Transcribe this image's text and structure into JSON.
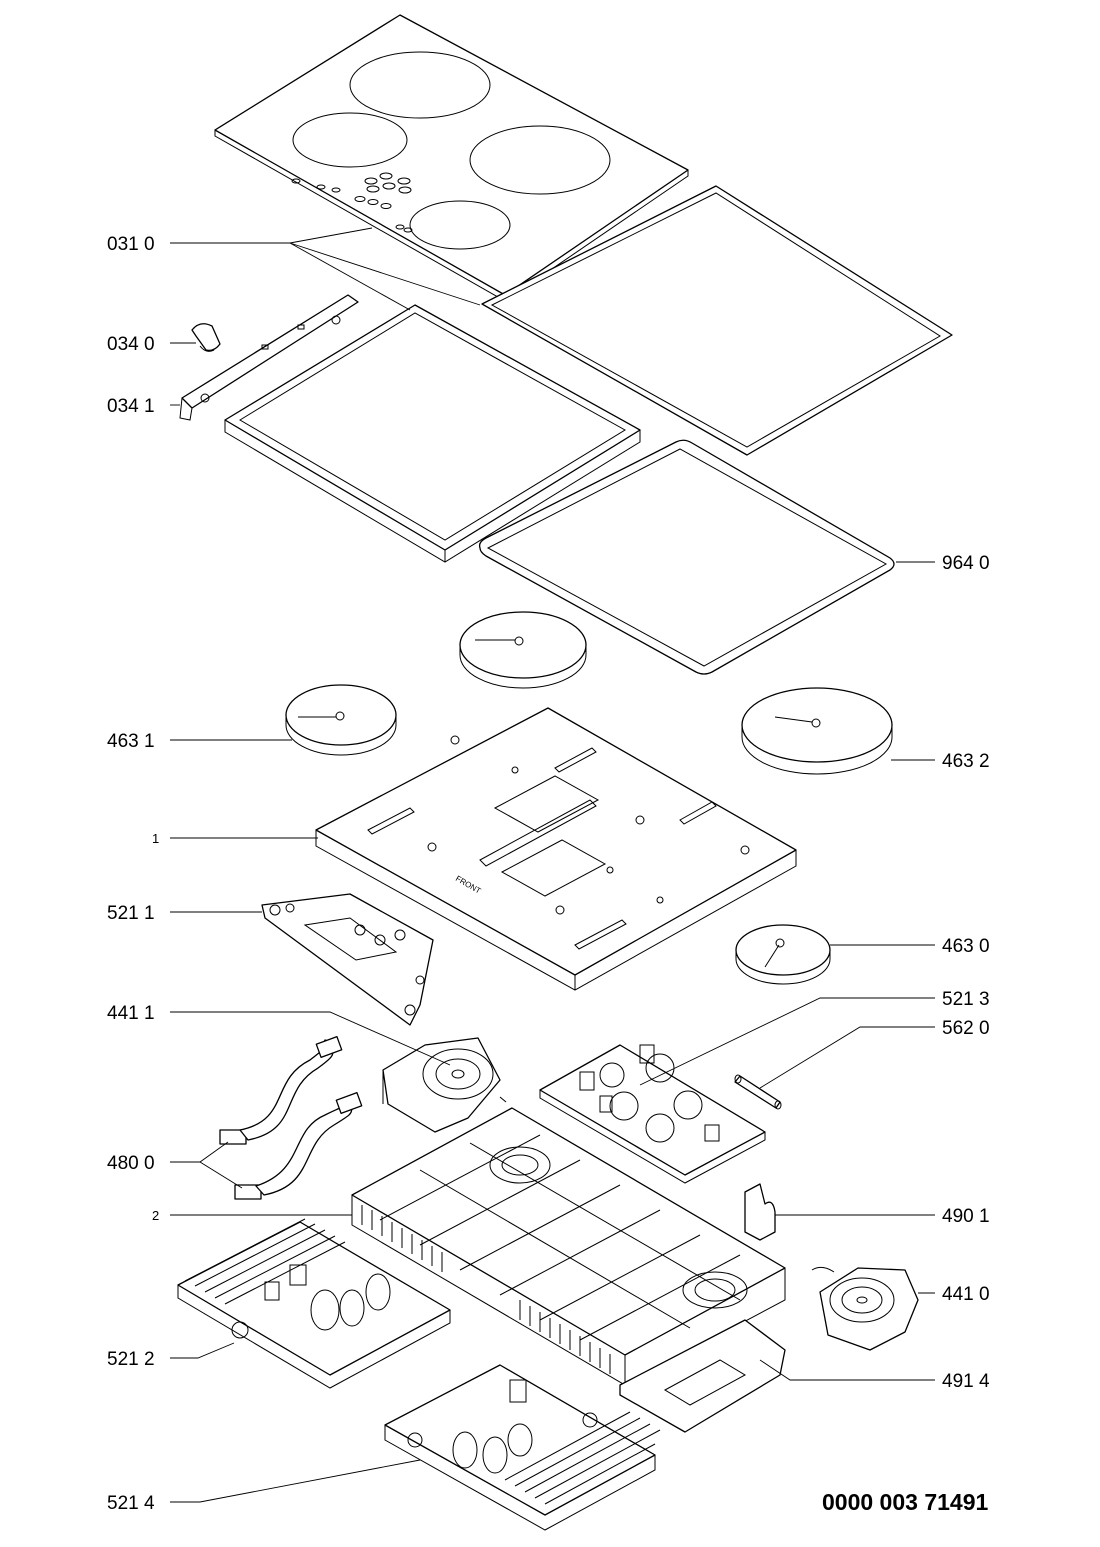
{
  "labels": {
    "l031_0": "031 0",
    "l034_0": "034 0",
    "l034_1": "034 1",
    "l964_0": "964 0",
    "l463_1": "463 1",
    "l463_2": "463 2",
    "l1": "1",
    "l521_1": "521 1",
    "l463_0": "463 0",
    "l521_3": "521 3",
    "l441_1": "441 1",
    "l562_0": "562 0",
    "l480_0": "480 0",
    "l2": "2",
    "l490_1": "490 1",
    "l441_0": "441 0",
    "l521_2": "521 2",
    "l491_4": "491 4",
    "l521_4": "521 4"
  },
  "document_number": "0000 003 71491",
  "base_marking": "FRONT"
}
